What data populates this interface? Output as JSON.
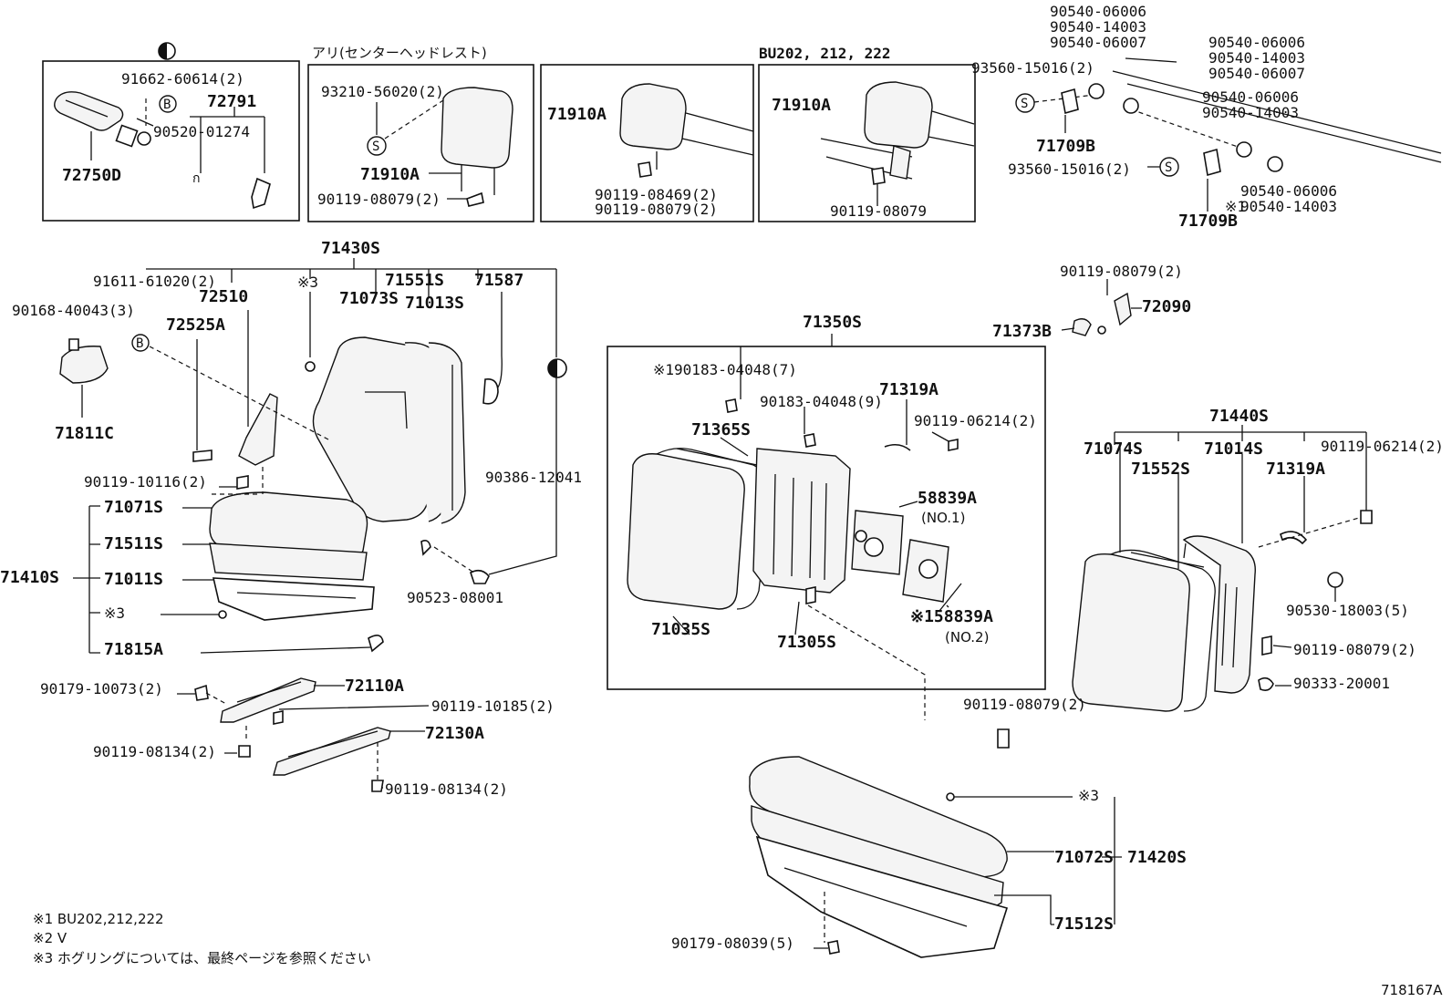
{
  "panels": {
    "p1": {
      "lbl1": "91662-60614(2)",
      "lbl2": "72791",
      "lbl3": "90520-01274",
      "lbl4": "72750D",
      "marker_b": "B"
    },
    "p2": {
      "title": "アリ(センターヘッドレスト)",
      "lbl1": "93210-56020(2)",
      "lbl2": "71910A",
      "lbl3": "90119-08079(2)",
      "marker_s": "S"
    },
    "p3": {
      "lbl1": "71910A",
      "lbl2": "90119-08469(2)",
      "lbl3": "90119-08079(2)"
    },
    "p4": {
      "title": "BU202, 212, 222",
      "lbl1": "71910A",
      "lbl2": "90119-08079"
    }
  },
  "top_right": {
    "a1": "90540-06006",
    "a2": "90540-14003",
    "a3": "90540-06007",
    "b1": "90540-06006",
    "b2": "90540-14003",
    "b3": "90540-06007",
    "c1": "90540-06006",
    "c2": "90540-14003",
    "d1": "90540-06006",
    "d2": "90540-14003",
    "e1": "93560-15016(2)",
    "e2": "93560-15016(2)",
    "f1": "71709B",
    "f2": "71709B",
    "marker_s": "S",
    "star": "※1"
  },
  "front_seat": {
    "assy": "71430S",
    "l_91611": "91611-61020(2)",
    "l_72510": "72510",
    "l_72525": "72525A",
    "l_star3": "※3",
    "l_71073": "71073S",
    "l_71551": "71551S",
    "l_71013": "71013S",
    "l_71587": "71587",
    "l_90168": "90168-40043(3)",
    "l_71811": "71811C",
    "l_90386": "90386-12041",
    "l_90119_10116": "90119-10116(2)",
    "l_90523": "90523-08001",
    "l_71071": "71071S",
    "l_71511": "71511S",
    "l_71410": "71410S",
    "l_71011": "71011S",
    "l_star3b": "※3",
    "l_71815": "71815A",
    "marker_b": "B"
  },
  "rails": {
    "l_90179": "90179-10073(2)",
    "l_72110": "72110A",
    "l_90119_10185": "90119-10185(2)",
    "l_72130": "72130A",
    "l_90119_08134a": "90119-08134(2)",
    "l_90119_08134b": "90119-08134(2)"
  },
  "rear_back": {
    "assy": "71350S",
    "l_90183a": "※190183-04048(7)",
    "l_90183b": "90183-04048(9)",
    "l_71319": "71319A",
    "l_90119_06214": "90119-06214(2)",
    "l_71365": "71365S",
    "l_58839": "58839A",
    "l_no1": "(NO.1)",
    "l_158839": "※158839A",
    "l_no2": "(NO.2)",
    "l_71035": "71035S",
    "l_71305": "71305S"
  },
  "right_mid": {
    "l_90119_08079": "90119-08079(2)",
    "l_72090": "72090",
    "l_71373": "71373B"
  },
  "right_back": {
    "assy": "71440S",
    "l_71074": "71074S",
    "l_71014": "71014S",
    "l_90119_06214": "90119-06214(2)",
    "l_71552": "71552S",
    "l_71319": "71319A",
    "l_90530": "90530-18003(5)",
    "l_90119_08079": "90119-08079(2)",
    "l_90333": "90333-20001"
  },
  "rear_cushion": {
    "l_90119_08079": "90119-08079(2)",
    "l_star3": "※3",
    "l_71072": "71072S",
    "l_71420": "71420S",
    "l_71512": "71512S",
    "l_90179": "90179-08039(5)"
  },
  "footnotes": {
    "n1": "※1  BU202,212,222",
    "n2": "※2  V",
    "n3": "※3  ホグリングについては、最終ページを参照ください"
  },
  "ref_code": "718167A"
}
